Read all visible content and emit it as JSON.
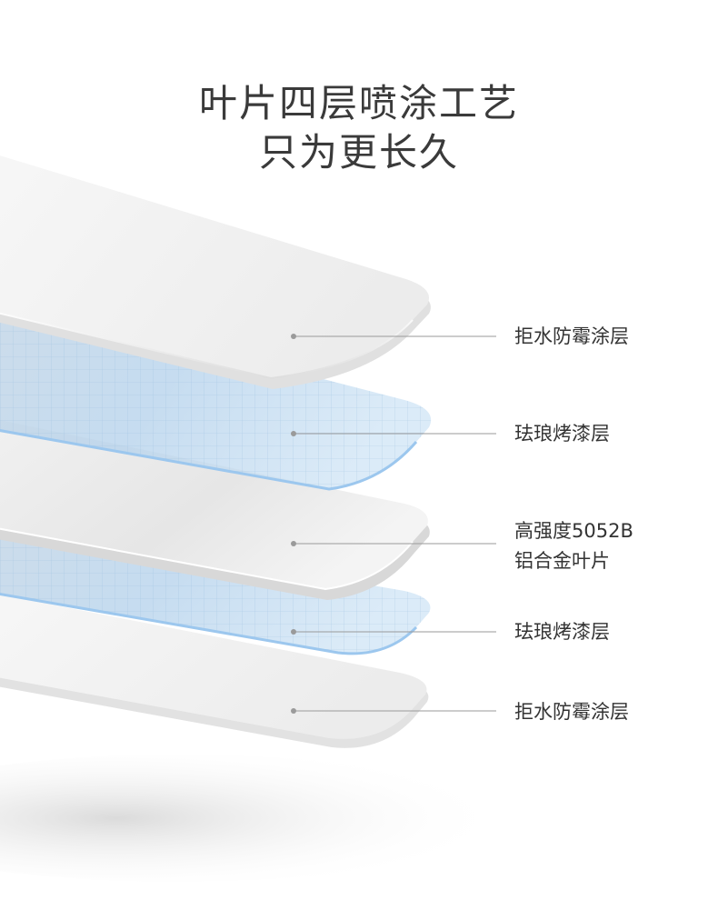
{
  "title": {
    "line1": "叶片四层喷涂工艺",
    "line2": "只为更长久"
  },
  "callouts": [
    {
      "label": "拒水防霉涂层"
    },
    {
      "label": "珐琅烤漆层"
    },
    {
      "label": "高强度5052B",
      "label2": "铝合金叶片"
    },
    {
      "label": "珐琅烤漆层"
    },
    {
      "label": "拒水防霉涂层"
    }
  ],
  "colors": {
    "title_text": "#3a3a3a",
    "label_text": "#333333",
    "leader_line": "#9a9a9a",
    "enamel_blue": "#a9cdea",
    "plate_white": "#f2f2f2"
  }
}
